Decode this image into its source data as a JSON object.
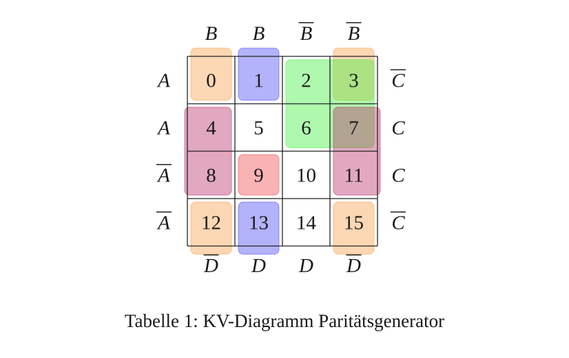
{
  "caption": "Tabelle 1: KV-Diagramm Paritätsgenerator",
  "top_labels": [
    {
      "letter": "B",
      "overline": false
    },
    {
      "letter": "B",
      "overline": false
    },
    {
      "letter": "B",
      "overline": true
    },
    {
      "letter": "B",
      "overline": true
    }
  ],
  "bottom_labels": [
    {
      "letter": "D",
      "overline": true
    },
    {
      "letter": "D",
      "overline": false
    },
    {
      "letter": "D",
      "overline": false
    },
    {
      "letter": "D",
      "overline": true
    }
  ],
  "left_labels": [
    {
      "letter": "A",
      "overline": false
    },
    {
      "letter": "A",
      "overline": false
    },
    {
      "letter": "A",
      "overline": true
    },
    {
      "letter": "A",
      "overline": true
    }
  ],
  "right_labels": [
    {
      "letter": "C",
      "overline": true
    },
    {
      "letter": "C",
      "overline": false
    },
    {
      "letter": "C",
      "overline": false
    },
    {
      "letter": "C",
      "overline": true
    }
  ],
  "cells": [
    [
      "0",
      "1",
      "2",
      "3"
    ],
    [
      "4",
      "5",
      "6",
      "7"
    ],
    [
      "8",
      "9",
      "10",
      "11"
    ],
    [
      "12",
      "13",
      "14",
      "15"
    ]
  ],
  "groups": [
    {
      "name": "orange-group-top-left",
      "color": "#f5a04a",
      "rows": [
        0,
        0
      ],
      "cols": [
        0,
        0
      ],
      "open_top": true,
      "open_left": false
    },
    {
      "name": "orange-group-top-right",
      "color": "#f5a04a",
      "rows": [
        0,
        0
      ],
      "cols": [
        3,
        3
      ],
      "open_top": true,
      "open_right": false
    },
    {
      "name": "orange-group-bottom-left",
      "color": "#f5a04a",
      "rows": [
        3,
        3
      ],
      "cols": [
        0,
        0
      ],
      "open_bottom": true
    },
    {
      "name": "orange-group-bottom-right",
      "color": "#f5a04a",
      "rows": [
        3,
        3
      ],
      "cols": [
        3,
        3
      ],
      "open_bottom": true
    },
    {
      "name": "blue-group-top",
      "color": "#4a4af5",
      "rows": [
        0,
        0
      ],
      "cols": [
        1,
        1
      ],
      "open_top": true
    },
    {
      "name": "blue-group-bottom",
      "color": "#4a4af5",
      "rows": [
        3,
        3
      ],
      "cols": [
        1,
        1
      ],
      "open_bottom": true
    },
    {
      "name": "green-group",
      "color": "#3ef03e",
      "rows": [
        0,
        1
      ],
      "cols": [
        2,
        3
      ]
    },
    {
      "name": "purple-group-left",
      "color": "#b8306a",
      "rows": [
        1,
        2
      ],
      "cols": [
        0,
        0
      ],
      "open_left": true
    },
    {
      "name": "purple-group-right",
      "color": "#b8306a",
      "rows": [
        1,
        2
      ],
      "cols": [
        3,
        3
      ],
      "open_right": true
    },
    {
      "name": "red-group",
      "color": "#f04a4a",
      "rows": [
        2,
        2
      ],
      "cols": [
        1,
        1
      ]
    }
  ]
}
